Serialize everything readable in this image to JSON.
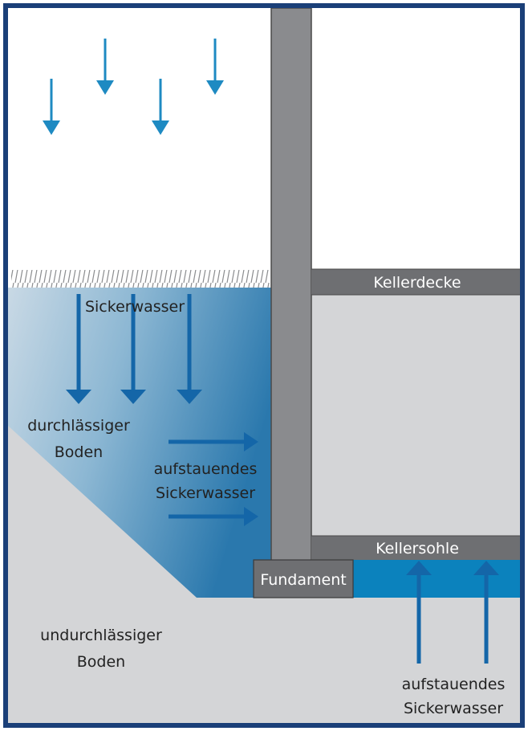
{
  "labels": {
    "sickerwasser_top": "Sickerwasser",
    "permeable_soil_line1": "durchlässiger",
    "permeable_soil_line2": "Boden",
    "backed_up_line1": "aufstauendes",
    "backed_up_line2": "Sickerwasser",
    "cellar_ceiling": "Kellerdecke",
    "cellar_floor": "Kellersohle",
    "foundation": "Fundament",
    "impermeable_soil_line1": "undurchlässiger",
    "impermeable_soil_line2": "Boden",
    "backed_up_bottom_line1": "aufstauendes",
    "backed_up_bottom_line2": "Sickerwasser"
  },
  "colors": {
    "frame": "#1a3f78",
    "wall": "#8a8b8e",
    "slab": "#6e6f72",
    "soil_gray": "#d4d5d7",
    "water_dark": "#0b82bd",
    "arrow_dark": "#1466a8",
    "arrow_light": "#1e8ac2"
  }
}
